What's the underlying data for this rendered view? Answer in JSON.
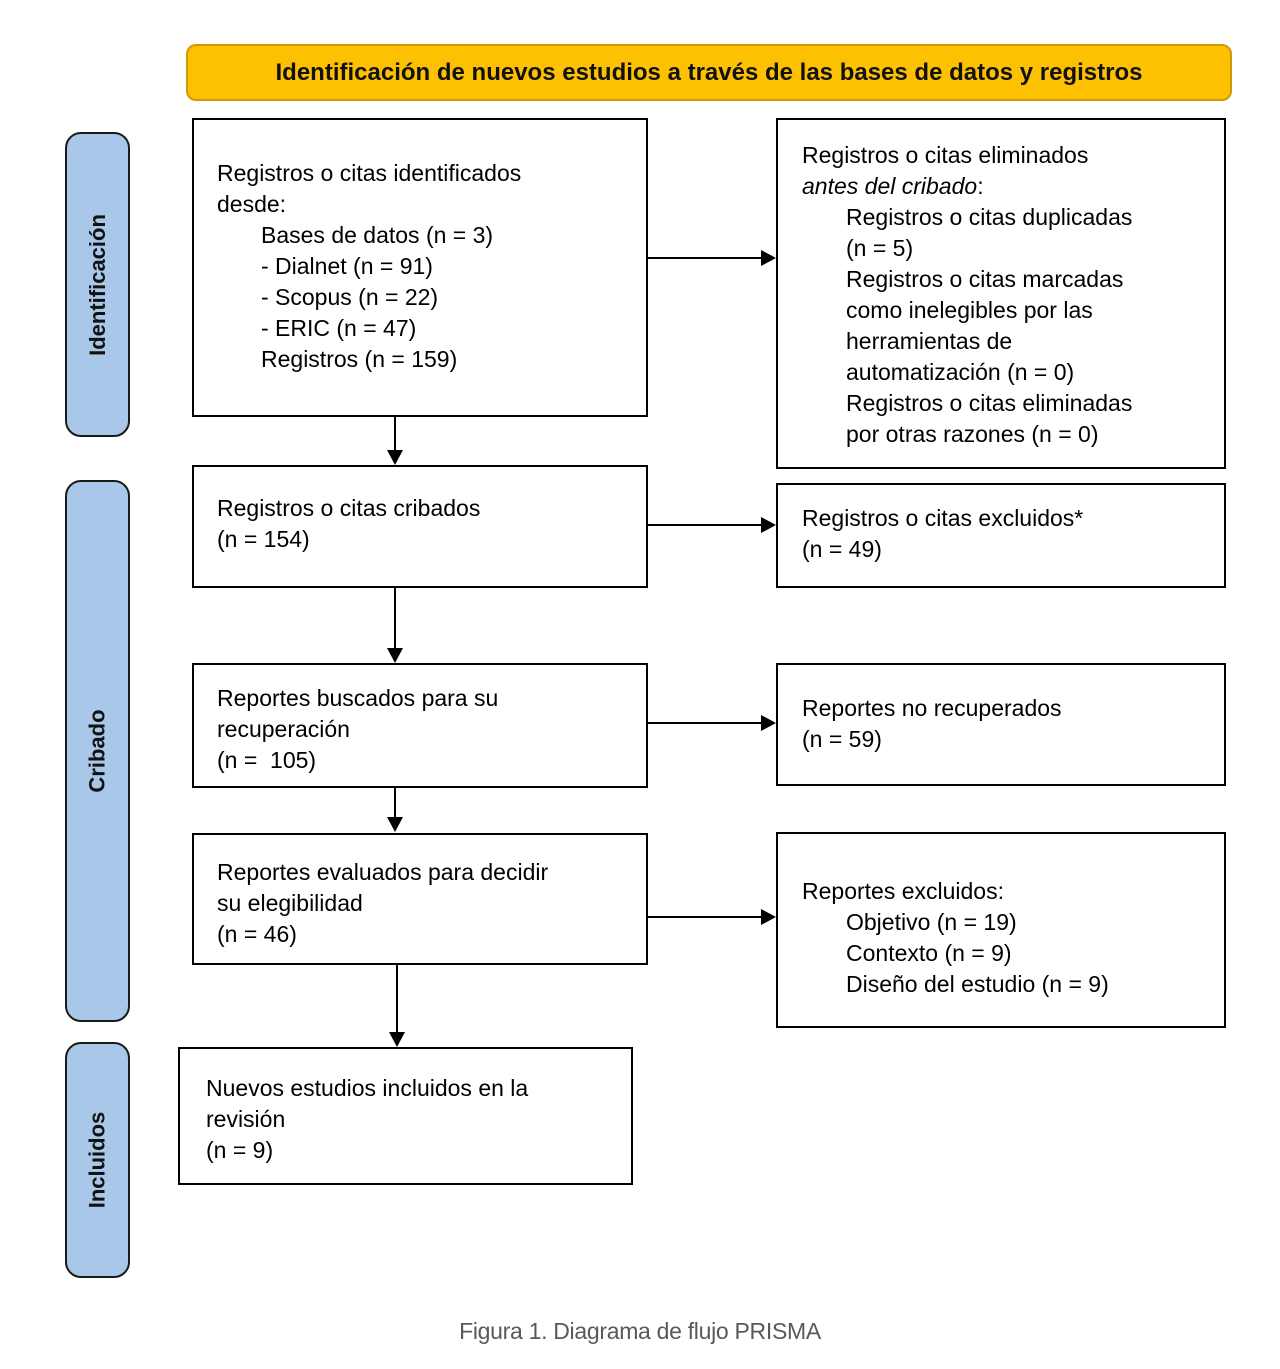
{
  "header": {
    "title": "Identificación de nuevos estudios a través de las bases de datos y registros"
  },
  "sidebar": {
    "identification": "Identificación",
    "screening": "Cribado",
    "included": "Incluidos"
  },
  "boxes": {
    "identified": {
      "lines": [
        "Registros o citas identificados",
        "desde:",
        "Bases de datos (n = 3)",
        "- Dialnet (n = 91)",
        "- Scopus (n = 22)",
        "- ERIC (n = 47)",
        "Registros (n = 159)"
      ]
    },
    "removed": {
      "line1": "Registros o citas eliminados",
      "italic": "antes del cribado",
      "italic_suffix": ":",
      "lines": [
        "Registros o citas duplicadas",
        "(n = 5)",
        "Registros o citas marcadas",
        "como inelegibles por las",
        "herramientas de",
        "automatización (n = 0)",
        "Registros o citas eliminadas",
        "por otras razones (n = 0)"
      ]
    },
    "screened": {
      "lines": [
        "Registros o citas cribados",
        "(n = 154)"
      ]
    },
    "excluded": {
      "lines": [
        "Registros o citas excluidos*",
        "(n = 49)"
      ]
    },
    "sought": {
      "lines": [
        "Reportes buscados para su",
        "recuperación",
        "(n =  105)"
      ]
    },
    "not_retrieved": {
      "lines": [
        "Reportes no recuperados",
        "(n = 59)"
      ]
    },
    "assessed": {
      "lines": [
        "Reportes evaluados para decidir",
        "su elegibilidad",
        "(n = 46)"
      ]
    },
    "reports_excluded": {
      "head": "Reportes excluidos:",
      "lines": [
        "Objetivo (n = 19)",
        "Contexto (n = 9)",
        "Diseño del estudio (n = 9)"
      ]
    },
    "included": {
      "lines": [
        "Nuevos estudios incluidos en la",
        "revisión",
        "(n = 9)"
      ]
    }
  },
  "caption": "Figura 1. Diagrama de flujo PRISMA",
  "colors": {
    "banner_fill": "#FDC101",
    "sidebar_fill": "#A8C7E9",
    "box_border": "#000000",
    "caption_text": "#595959"
  }
}
